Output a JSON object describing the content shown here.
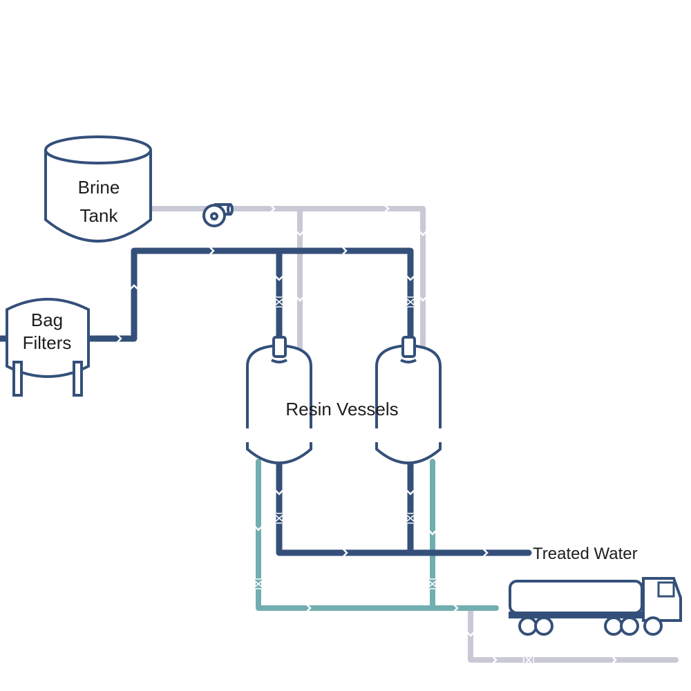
{
  "labels": {
    "brine_tank": [
      "Brine",
      "Tank"
    ],
    "bag_filters": [
      "Bag",
      "Filters"
    ],
    "resin_vessels": "Resin Vessels",
    "treated_water": "Treated Water"
  },
  "colors": {
    "process_line": "#34507a",
    "brine_line": "#c9c9d6",
    "waste_line": "#72aeb0",
    "equipment_outline": "#34507a"
  },
  "icons": [
    "pump-icon",
    "valve-icon",
    "truck-icon",
    "flow-arrow-icon"
  ]
}
